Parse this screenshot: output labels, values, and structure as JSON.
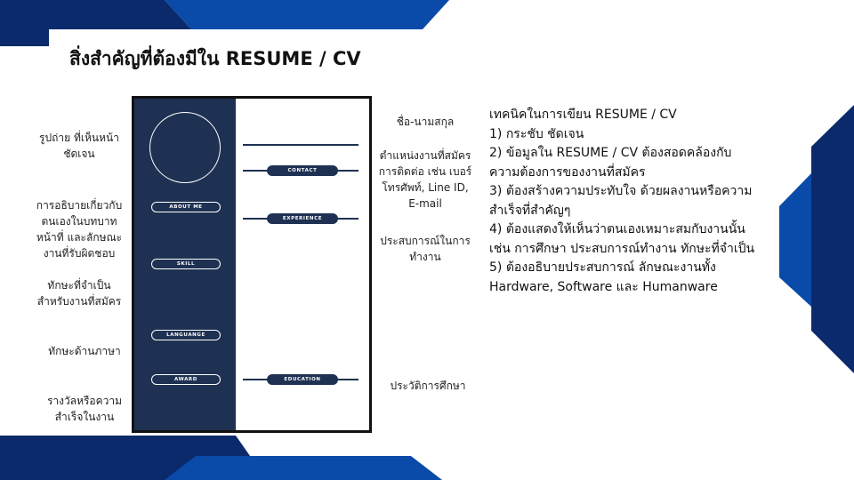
{
  "title": "สิ่งสำคัญที่ต้องมีใน RESUME / CV",
  "colors": {
    "navy": "#0a2a6b",
    "blue": "#0a4aa8",
    "sidebar": "#1e3152"
  },
  "resume": {
    "sections": {
      "about_me": "ABOUT ME",
      "skill": "SKILL",
      "language": "LANGUANGE",
      "award": "AWARD",
      "contact": "CONTACT",
      "experience": "EXPERIENCE",
      "education": "EDUCATION"
    }
  },
  "left_labels": {
    "photo": [
      "รูปถ่าย ที่เห็นหน้า",
      "ชัดเจน"
    ],
    "about": [
      "การอธิบายเกี่ยวกับ",
      "ตนเองในบทบาท",
      "หน้าที่ และลักษณะ",
      "งานที่รับผิดชอบ"
    ],
    "skill": [
      "ทักษะที่จำเป็น",
      "สำหรับงานที่สมัคร"
    ],
    "language": [
      "ทักษะด้านภาษา"
    ],
    "award": [
      "รางวัลหรือความ",
      "สำเร็จในงาน"
    ]
  },
  "right_labels": {
    "name": [
      "ชื่อ-นามสกุล"
    ],
    "contact": [
      "ตำแหน่งงานที่สมัคร",
      "การติดต่อ เช่น เบอร์",
      "โทรศัพท์, Line ID,",
      "E-mail"
    ],
    "experience": [
      "ประสบการณ์ในการ",
      "ทำงาน"
    ],
    "education": [
      "ประวัติการศึกษา"
    ]
  },
  "tips": [
    "เทคนิคในการเขียน RESUME / CV",
    "1) กระชับ ชัดเจน",
    "2) ข้อมูลใน RESUME / CV ต้องสอดคล้องกับ",
    "ความต้องการของงานที่สมัคร",
    "3) ต้องสร้างความประทับใจ ด้วยผลงานหรือความ",
    "สำเร็จที่สำคัญๆ",
    "4) ต้องแสดงให้เห็นว่าตนเองเหมาะสมกับงานนั้น",
    "เช่น การศึกษา ประสบการณ์ทำงาน ทักษะที่จำเป็น",
    "5) ต้องอธิบายประสบการณ์ ลักษณะงานทั้ง",
    "Hardware, Software และ Humanware"
  ]
}
